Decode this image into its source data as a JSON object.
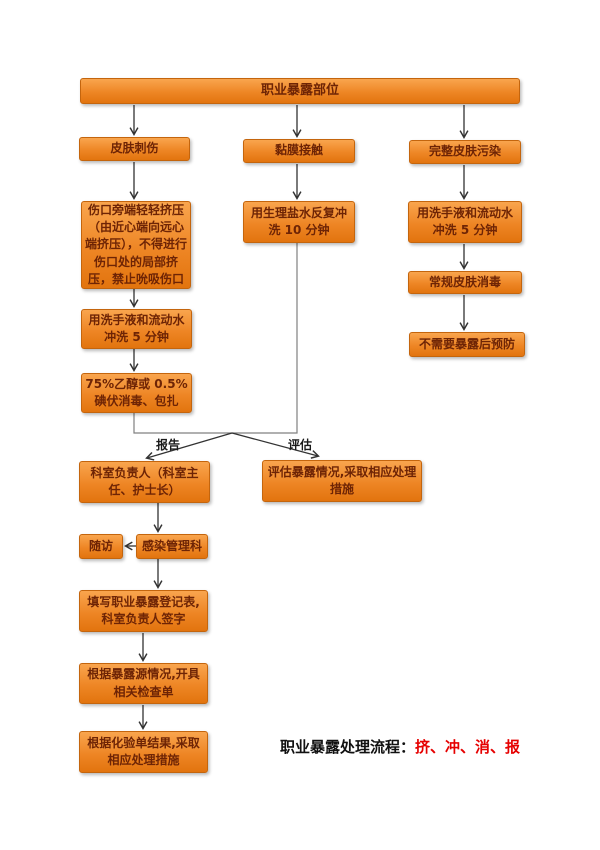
{
  "diagram": {
    "nodes": {
      "root": "职业暴露部位",
      "skin_puncture": "皮肤刺伤",
      "mucosa": "黏膜接触",
      "intact_skin": "完整皮肤污染",
      "squeeze": "伤口旁端轻轻挤压（由近心端向远心端挤压），不得进行伤口处的局部挤压，禁止吮吸伤口",
      "saline_rinse": "用生理盐水反复冲洗 10 分钟",
      "wash_right": "用洗手液和流动水冲洗 5 分钟",
      "routine_disinfect": "常规皮肤消毒",
      "no_pep": "不需要暴露后预防",
      "wash_left": "用洗手液和流动水冲洗 5 分钟",
      "ethanol": "75%乙醇或 0.5%碘伏消毒、包扎",
      "dept_head": "科室负责人（科室主任、护士长）",
      "evaluate_action": "评估暴露情况,采取相应处理措施",
      "followup": "随访",
      "infection_dept": "感染管理科",
      "fill_form": "填写职业暴露登记表,科室负责人签字",
      "order_tests": "根据暴露源情况,开具相关检查单",
      "take_measures": "根据化验单结果,采取相应处理措施"
    },
    "edge_labels": {
      "report": "报告",
      "evaluate": "评估"
    },
    "caption": {
      "prefix": "职业暴露处理流程：",
      "highlight": "挤、冲、消、报"
    },
    "colors": {
      "box_top": "#F9A54E",
      "box_mid": "#EE8625",
      "box_bottom": "#E2740E",
      "box_border": "#C4650D",
      "box_text": "#6E2405",
      "arrow": "#333333",
      "bracket": "#808080",
      "caption_red": "#E60000"
    }
  }
}
